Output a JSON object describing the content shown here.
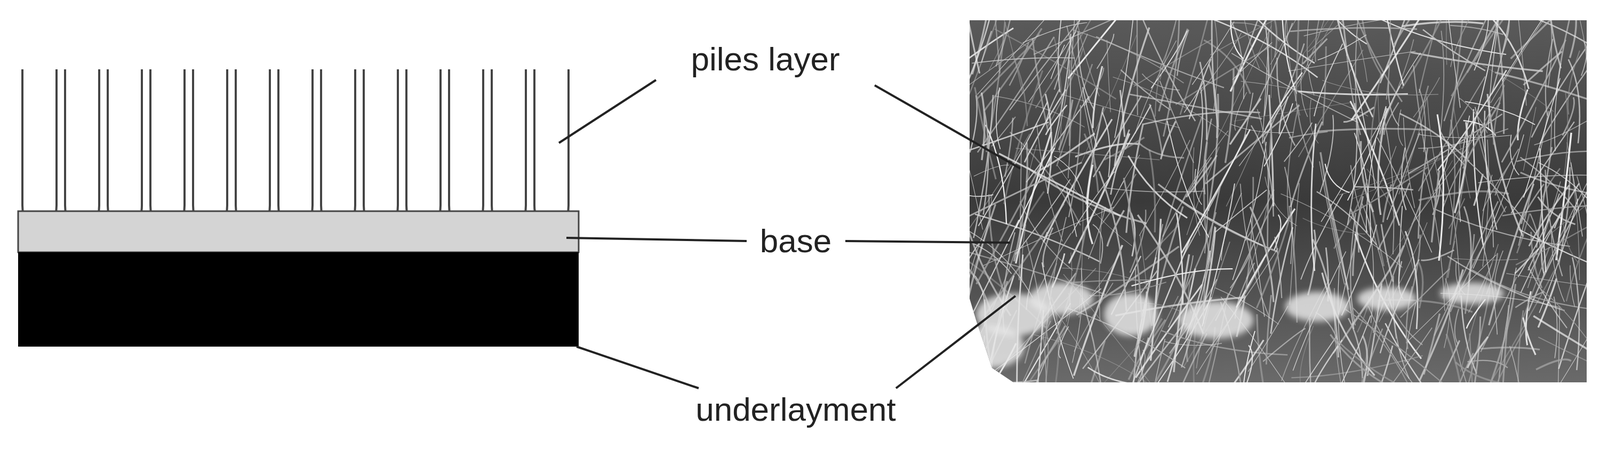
{
  "diagram": {
    "labels": [
      "piles layer",
      "base",
      "underlayment"
    ]
  }
}
